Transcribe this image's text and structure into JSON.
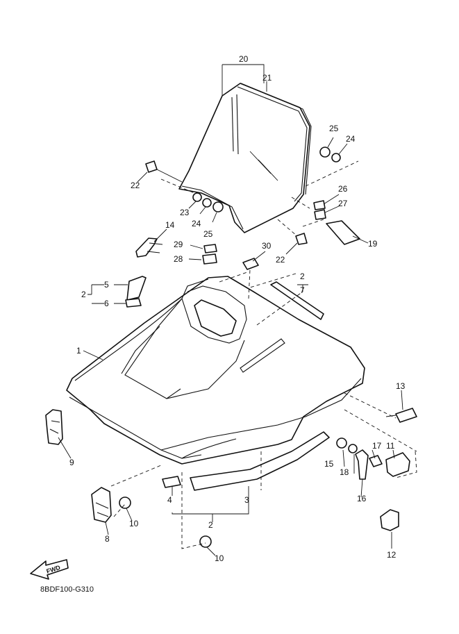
{
  "diagram": {
    "code": "8BDF100-G310",
    "fwd_label": "FWD",
    "callouts": [
      "20",
      "21",
      "25",
      "24",
      "22",
      "26",
      "27",
      "23",
      "24",
      "25",
      "14",
      "29",
      "28",
      "30",
      "22",
      "19",
      "5",
      "2",
      "6",
      "2",
      "7",
      "1",
      "13",
      "9",
      "15",
      "18",
      "17",
      "11",
      "16",
      "8",
      "10",
      "4",
      "3",
      "2",
      "12",
      "10"
    ]
  }
}
